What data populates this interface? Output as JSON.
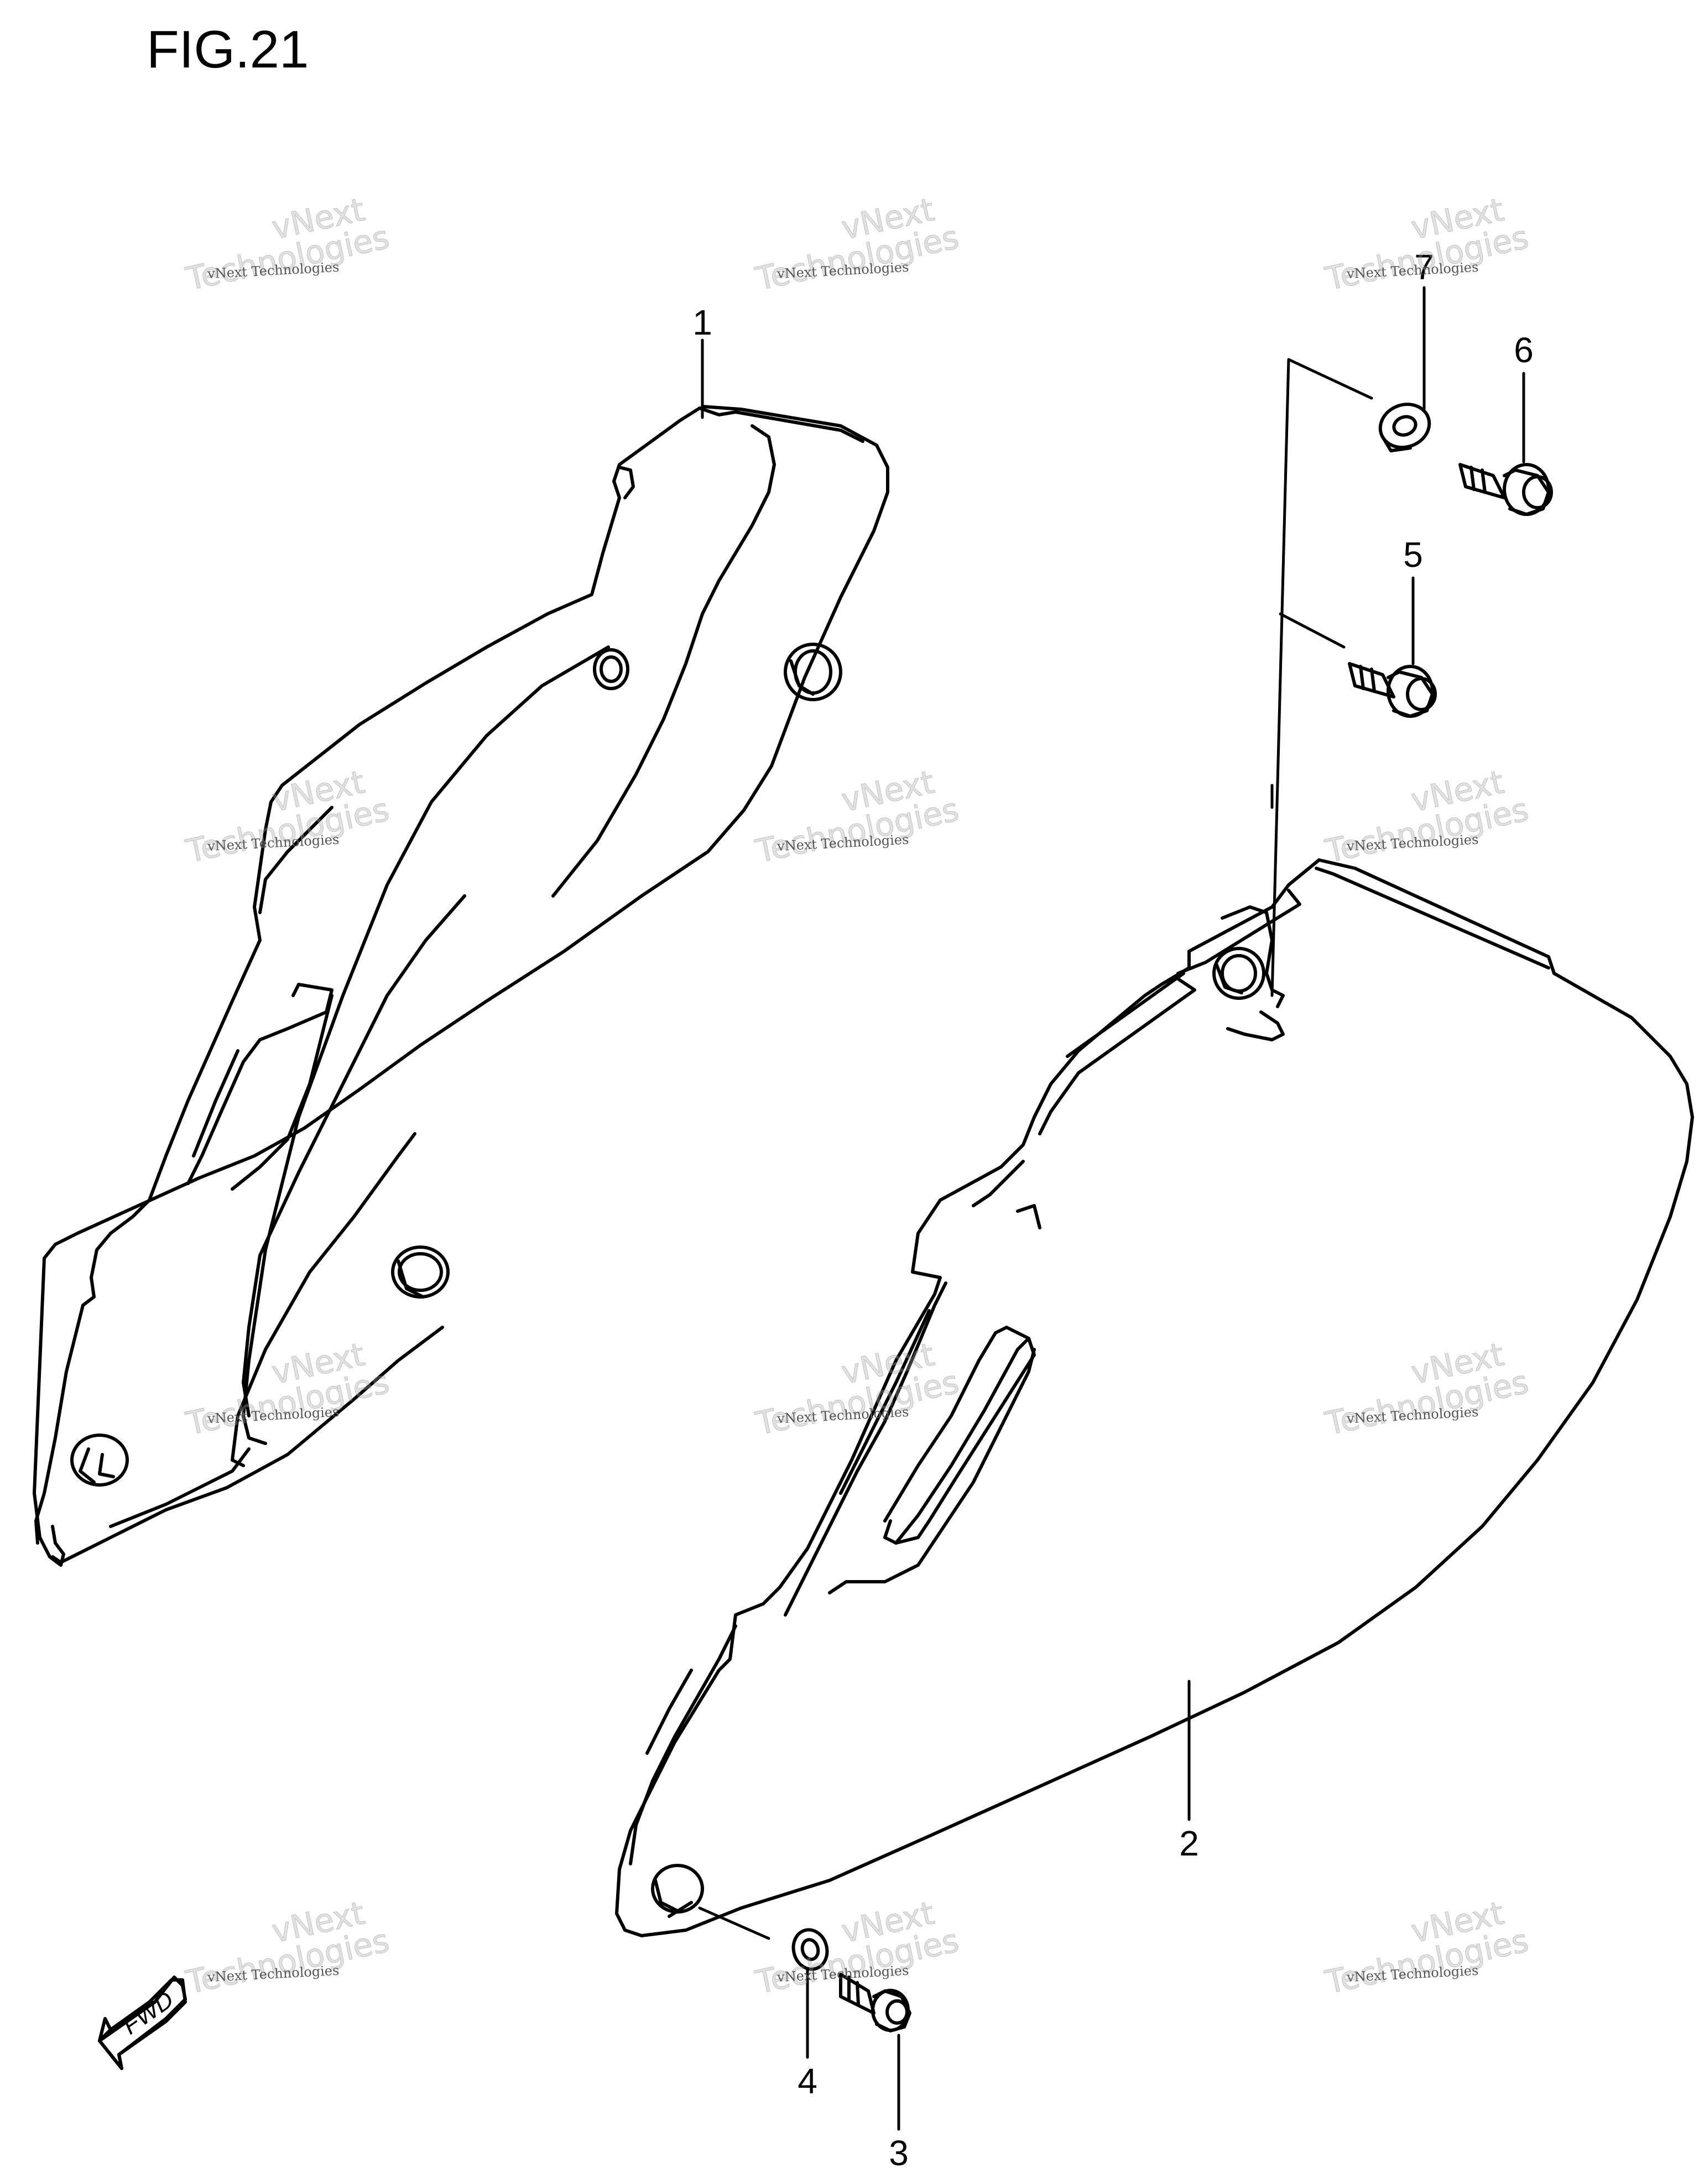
{
  "figure": {
    "title": "FIG.21"
  },
  "callouts": [
    {
      "id": "1",
      "label": "1"
    },
    {
      "id": "2",
      "label": "2"
    },
    {
      "id": "3",
      "label": "3"
    },
    {
      "id": "4",
      "label": "4"
    },
    {
      "id": "5",
      "label": "5"
    },
    {
      "id": "6",
      "label": "6"
    },
    {
      "id": "7",
      "label": "7"
    }
  ],
  "direction_arrow": {
    "label": "FWD"
  },
  "watermark": {
    "small_text": "vNext Technologies",
    "big_line1": "vNext",
    "big_line2": "Technologies"
  }
}
